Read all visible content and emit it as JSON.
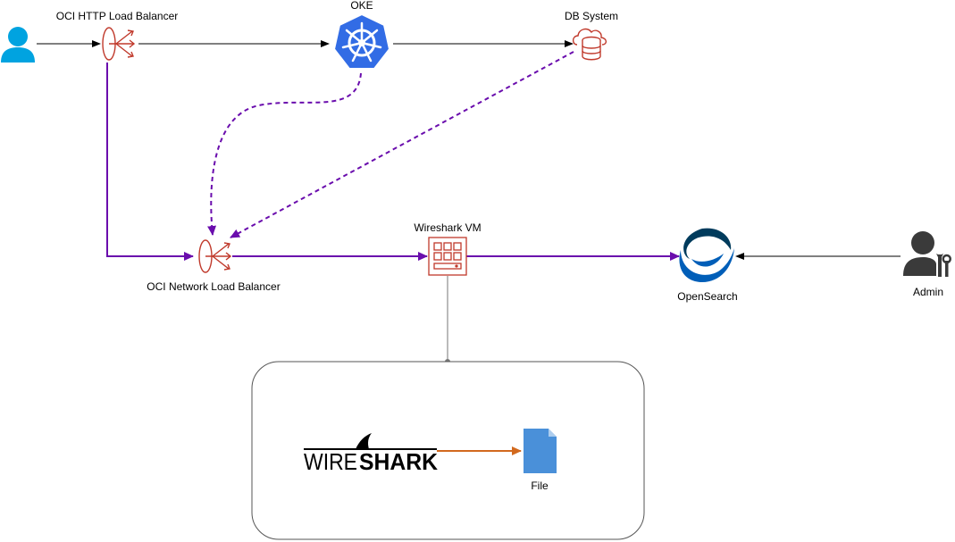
{
  "nodes": {
    "user": {
      "icon": "user-icon"
    },
    "http_lb": {
      "label": "OCI HTTP Load Balancer",
      "icon": "load-balancer-icon"
    },
    "oke": {
      "label": "OKE",
      "icon": "kubernetes-icon"
    },
    "db": {
      "label": "DB System",
      "icon": "database-cloud-icon"
    },
    "nlb": {
      "label": "OCI Network Load Balancer",
      "icon": "load-balancer-icon"
    },
    "wireshark_vm": {
      "label": "Wireshark VM",
      "icon": "vm-icon"
    },
    "opensearch": {
      "label": "OpenSearch",
      "icon": "opensearch-icon"
    },
    "admin": {
      "label": "Admin",
      "icon": "admin-user-icon"
    },
    "wireshark_logo": {
      "text_a": "WIRE",
      "text_b": "SHARK"
    },
    "file": {
      "label": "File",
      "icon": "file-icon"
    }
  },
  "colors": {
    "oracle_red": "#c0392b",
    "purple": "#6a0dad",
    "user_blue": "#00a3e0",
    "k8s_blue": "#326ce5",
    "file_blue": "#4a90d9",
    "orange_arrow": "#d2691e",
    "opensearch_dark": "#003b5c",
    "opensearch_blue": "#005eb8",
    "admin_gray": "#3a3a3a"
  }
}
